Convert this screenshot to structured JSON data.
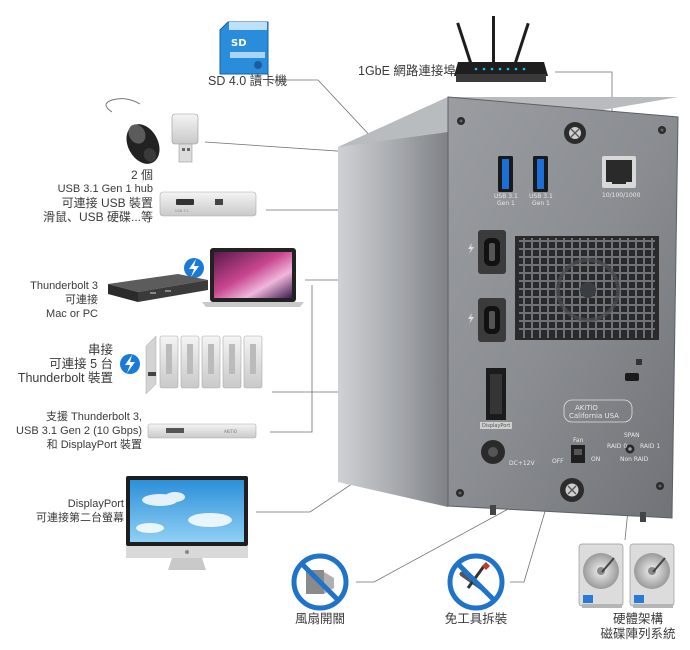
{
  "callouts": {
    "sd": "SD 4.0 讀卡機",
    "network": "1GbE 網路連接埠",
    "usb_count": "2 個",
    "usb_hub": "USB 3.1 Gen 1 hub",
    "usb_devices": "可連接 USB 裝置",
    "usb_examples": "滑鼠、USB 硬碟...等",
    "tb3": "Thunderbolt 3",
    "tb3_connect": "可連接",
    "tb3_mac": "Mac or PC",
    "daisy_1": "串接",
    "daisy_2": "可連接 5 台",
    "daisy_3": "Thunderbolt 裝置",
    "support_1": "支援 Thunderbolt 3,",
    "support_2": "USB 3.1 Gen 2 (10 Gbps)",
    "support_3": "和 DisplayPort 裝置",
    "dp_1": "DisplayPort",
    "dp_2": "可連接第二台螢幕",
    "fan": "風扇開關",
    "toolfree": "免工具拆裝",
    "raid_1": "硬體架構",
    "raid_2": "磁碟陣列系統"
  },
  "device": {
    "usb_label_1a": "USB 3.1",
    "usb_label_1b": "Gen 1",
    "usb_label_2a": "USB 3.1",
    "usb_label_2b": "Gen 1",
    "ethernet_speed": "10/100/1000",
    "brand_line": "AKiTiO",
    "brand_sub": "California USA",
    "dp_port": "DisplayPort",
    "power": "DC+12V",
    "fan_label": "Fan",
    "fan_off": "OFF",
    "fan_on": "ON",
    "raid_span": "SPAN",
    "raid_0": "RAID 0",
    "raid_1": "RAID 1",
    "raid_non": "Non RAID"
  },
  "colors": {
    "thunderbolt_blue": "#1a7bd6",
    "usb_blue": "#1d6fd8",
    "device_gray": "#85888c",
    "prohibit_blue": "#1f73c9"
  },
  "icons": [
    "sd-card-icon",
    "router-icon",
    "mouse-icon",
    "usb-drive-icon",
    "usb-hub-icon",
    "thunderbolt-icon",
    "laptop-icon",
    "tb-dock-icon",
    "storage-stack-icon",
    "monitor-icon",
    "fan-off-icon",
    "no-tools-icon",
    "hard-drive-icon"
  ]
}
